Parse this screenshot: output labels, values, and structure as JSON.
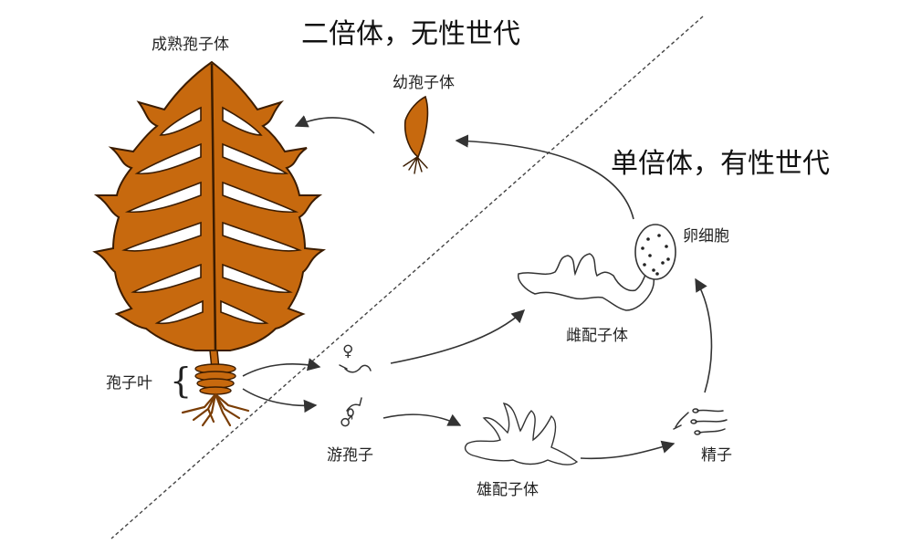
{
  "title_diploid": "二倍体，无性世代",
  "title_haploid": "单倍体，有性世代",
  "labels": {
    "mature_sporophyte": "成熟孢子体",
    "juvenile_sporophyte": "幼孢子体",
    "sporophyll": "孢子叶",
    "zoospore": "游孢子",
    "female_gametophyte": "雌配子体",
    "male_gametophyte": "雄配子体",
    "egg_cell": "卵细胞",
    "sperm": "精子"
  },
  "symbols": {
    "female": "♀",
    "male": "♂"
  },
  "colors": {
    "kelp_fill": "#c7690e",
    "kelp_stroke": "#3b1c00",
    "line": "#333333"
  }
}
